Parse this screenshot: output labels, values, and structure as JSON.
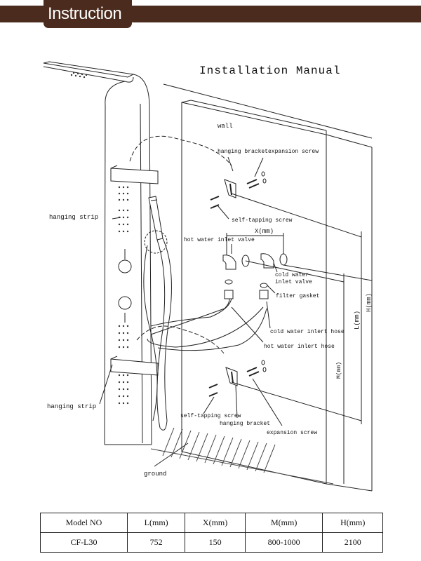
{
  "header": {
    "title": "Instruction"
  },
  "diagram": {
    "title": "Installation Manual",
    "labels": {
      "wall": "wall",
      "hanging_bracket_top": "hanging bracket",
      "expansion_screw_top": "expansion screw",
      "self_tapping_screw_top": "self-tapping screw",
      "x_dim": "X(mm)",
      "hot_water_inlet_valve": "hot water inlet valve",
      "cold_water_inlet_valve_1": "cold water",
      "cold_water_inlet_valve_2": "inlet valve",
      "filter_gasket": "filter gasket",
      "cold_water_inlet_hose": "cold water inlert hose",
      "hot_water_inlet_hose": "hot water inlert hose",
      "hanging_strip_top": "hanging strip",
      "hanging_strip_bottom": "hanging strip",
      "self_tapping_screw_bottom": "self-tapping screw",
      "hanging_bracket_bottom": "hanging bracket",
      "expansion_screw_bottom": "expansion screw",
      "ground": "ground",
      "l_dim": "L(mm)",
      "h_dim": "H(mm)",
      "m_dim": "M(mm)"
    }
  },
  "specs_table": {
    "headers": [
      "Model NO",
      "L(mm)",
      "X(mm)",
      "M(mm)",
      "H(mm)"
    ],
    "rows": [
      [
        "CF-L30",
        "752",
        "150",
        "800-1000",
        "2100"
      ]
    ]
  }
}
